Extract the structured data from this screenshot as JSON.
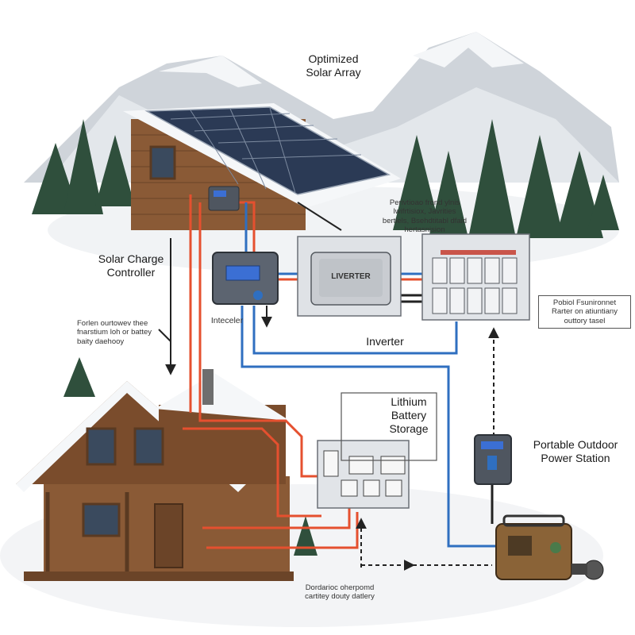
{
  "labels": {
    "solar_array": "Optimized\nSolar Array",
    "charge_controller": "Solar Charge\nController",
    "interceler": "Inteceler",
    "inverter": "Inverter",
    "lithium_battery": "Lithium\nBattery\nStorage",
    "portable_station": "Portable Outdoor\nPower Station"
  },
  "notes": {
    "top_note": "Perivtioao frond ylnis\nlwifrtisiox, Javrities\nbertlels, Bsehdtitabl dfaid\nhertasnision",
    "left_note": "Forlen ourtowev thee\nfnarstium loh or battey\nbaity daehooy",
    "right_note": "Pobiol Fsunironnet\nRarter on atiuntiany\nouttory tasel",
    "bottom_note": "Dordarioc oherpomd\ncartitey douty datlery"
  },
  "device_text": {
    "inverter_label": "LIVERTER"
  },
  "colors": {
    "wire_red": "#e5502f",
    "wire_blue": "#2f6fc0",
    "wire_black": "#222222",
    "sky_snow": "#f4f6f8",
    "mountain": "#c9ced4",
    "wood": "#8a5a36",
    "solar_panel": "#2b3a55",
    "device_gray": "#d3d6da",
    "portable_body": "#8a6337"
  },
  "icons": [
    "solar-panel-icon",
    "charge-controller-icon",
    "inverter-icon",
    "battery-bank-icon",
    "breaker-panel-icon",
    "power-station-icon",
    "cabin-icon",
    "pine-tree-icon",
    "mountain-icon",
    "arrow-icon"
  ]
}
